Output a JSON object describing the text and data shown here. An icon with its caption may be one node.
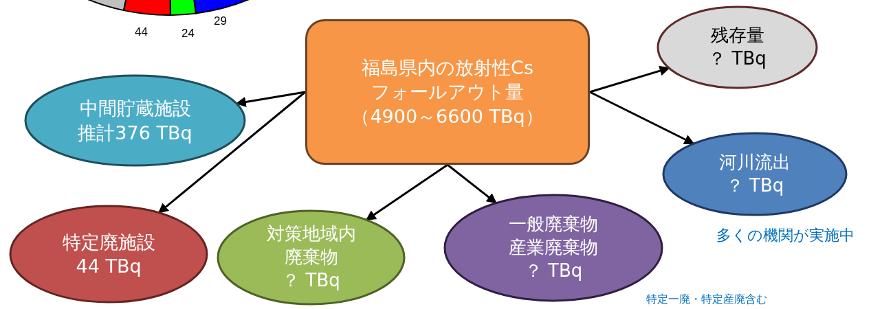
{
  "diagram": {
    "nodes": [
      {
        "text": [
          "福島県内の放射性Cs",
          "フォールアウト量",
          "（4900～6600 TBq）"
        ]
      },
      {
        "text": [
          "残存量",
          "？ TBq"
        ]
      },
      {
        "text": [
          "中間貯蔵施設",
          "推計376 TBq"
        ]
      },
      {
        "text": [
          "河川流出",
          "？ TBq"
        ],
        "beside": [
          "多くの機関が実施中"
        ]
      },
      {
        "text": [
          "特定廃施設",
          "44 TBq"
        ]
      },
      {
        "text": [
          "対策地域内",
          "廃棄物",
          "？ TBq"
        ]
      },
      {
        "text": [
          "一般廃棄物",
          "産業廃棄物",
          "？ TBq"
        ],
        "beside": [
          "特定一廃・特定産廃含む"
        ]
      }
    ],
    "edges": [
      {
        "from": 0,
        "to": 1,
        "arrow": "to"
      },
      {
        "from": 0,
        "to": 2,
        "arrow": "to"
      },
      {
        "from": 0,
        "to": 3,
        "arrow": "to"
      },
      {
        "from": 0,
        "to": 4,
        "arrow": "to"
      },
      {
        "from": 0,
        "to": 5,
        "arrow": "to"
      },
      {
        "from": 0,
        "to": 6,
        "arrow": "to"
      }
    ],
    "labels": [
      "44",
      "24",
      "29"
    ]
  }
}
